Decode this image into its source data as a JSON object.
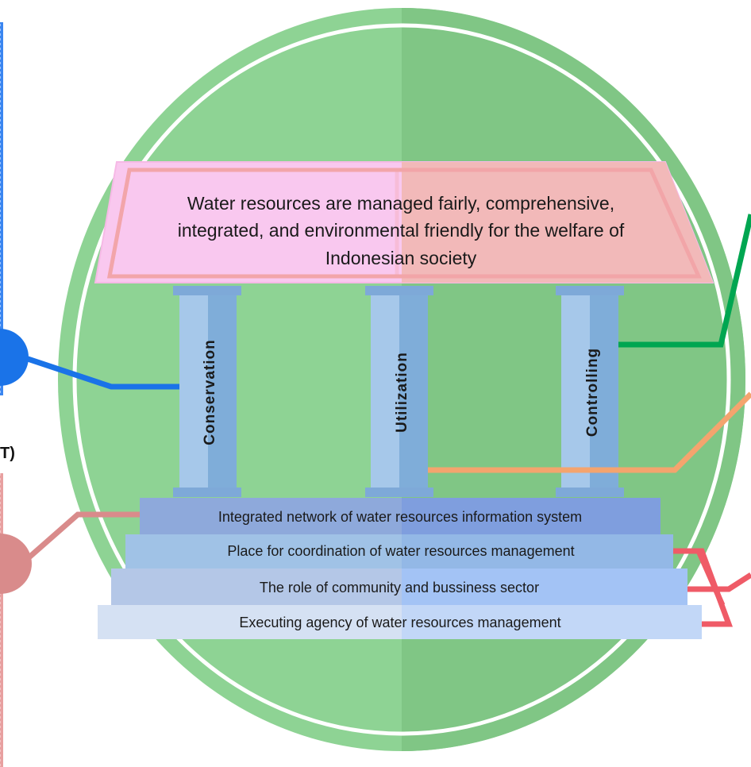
{
  "roof": {
    "line1": "Water resources are managed fairly, comprehensive,",
    "line2": "integrated, and environmental friendly for the welfare of",
    "line3": "Indonesian society"
  },
  "pillars": {
    "left": "Conservation",
    "middle": "Utilization",
    "right": "Controlling"
  },
  "steps": {
    "step1": "Integrated network of water resources information system",
    "step2": "Place for coordination of water resources management",
    "step3": "The role of community and bussiness sector",
    "step4": "Executing agency of water resources management"
  },
  "side": {
    "left_fragment": "T)"
  },
  "colors": {
    "circle_light": "#8ed394",
    "circle_dark": "#80c685",
    "roof_pink": "#f9c8ef",
    "roof_salmon": "#f2b9b9",
    "pillar": "#9dc3e6",
    "connector_blue": "#1a73e8",
    "connector_green": "#00a651",
    "connector_orange": "#f4a46e",
    "connector_rose": "#d98b8b",
    "connector_red": "#ef5b67"
  }
}
